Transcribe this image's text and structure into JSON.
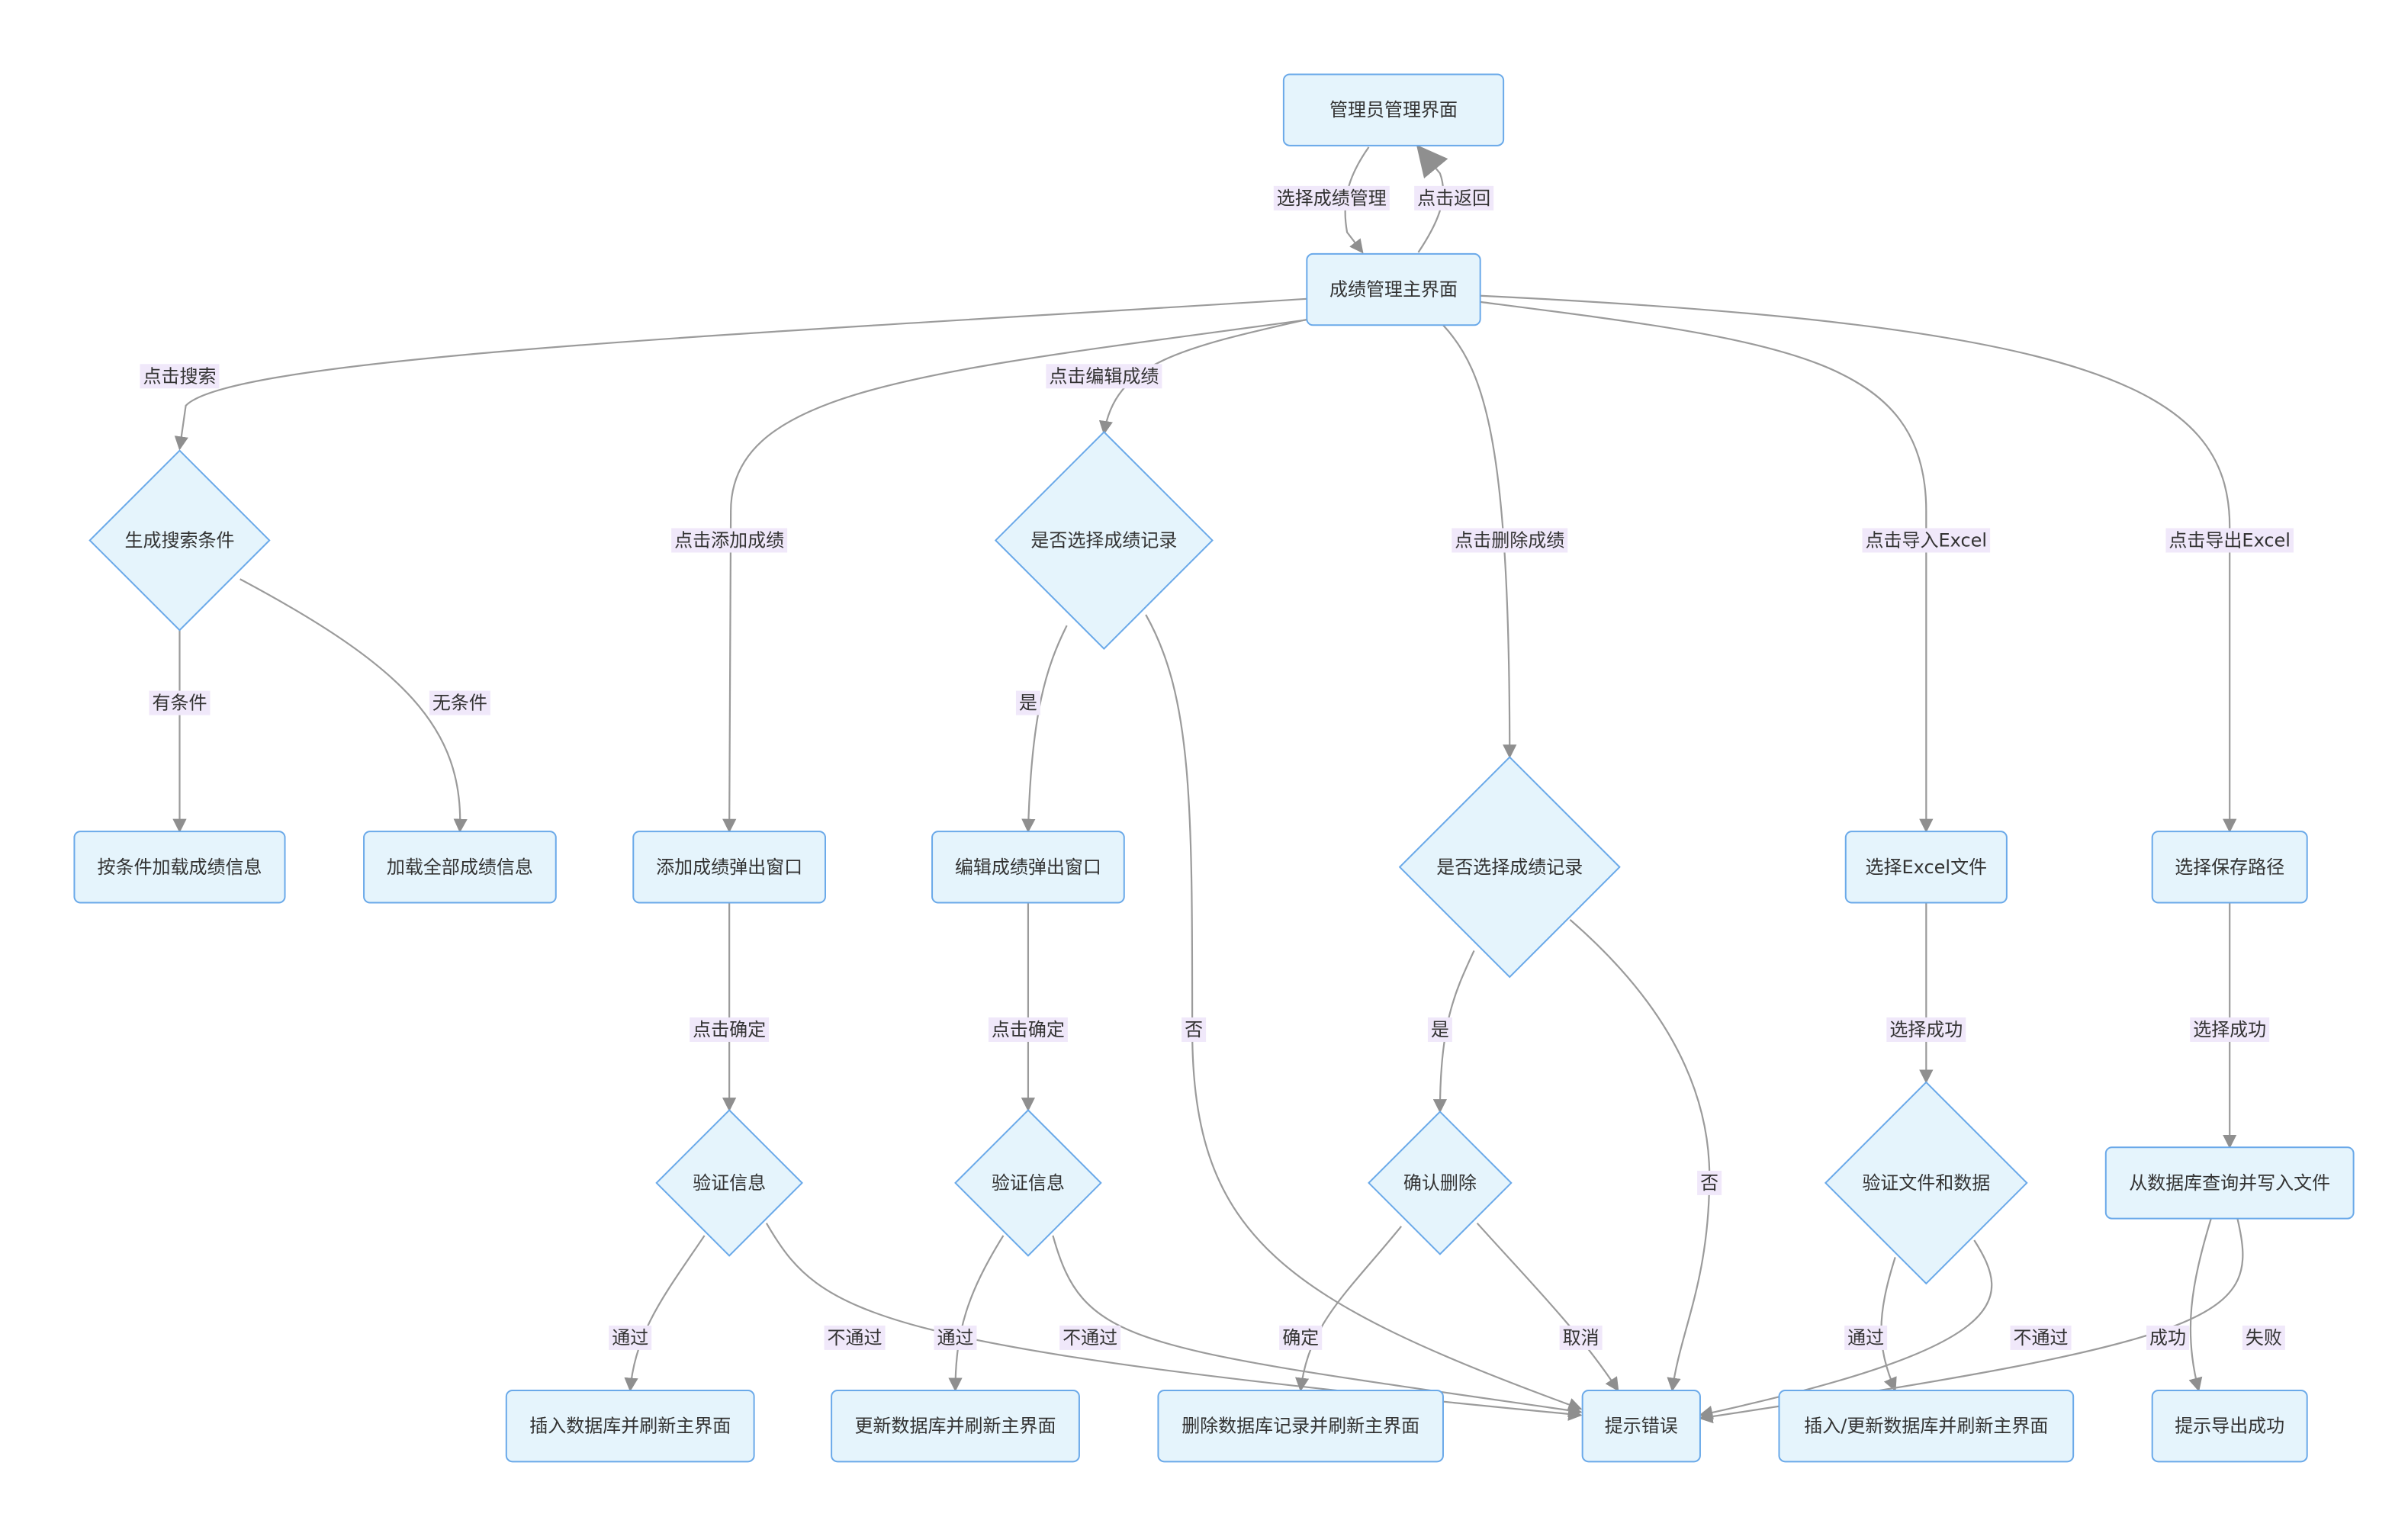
{
  "diagram": {
    "nodes": [
      {
        "id": "admin",
        "shape": "rect",
        "label": "管理员管理界面"
      },
      {
        "id": "main",
        "shape": "rect",
        "label": "成绩管理主界面"
      },
      {
        "id": "search_cond",
        "shape": "diamond",
        "label": "生成搜索条件"
      },
      {
        "id": "load_cond",
        "shape": "rect",
        "label": "按条件加载成绩信息"
      },
      {
        "id": "load_all",
        "shape": "rect",
        "label": "加载全部成绩信息"
      },
      {
        "id": "add_popup",
        "shape": "rect",
        "label": "添加成绩弹出窗口"
      },
      {
        "id": "add_verify",
        "shape": "diamond",
        "label": "验证信息"
      },
      {
        "id": "add_insert",
        "shape": "rect",
        "label": "插入数据库并刷新主界面"
      },
      {
        "id": "edit_select",
        "shape": "diamond",
        "label": "是否选择成绩记录"
      },
      {
        "id": "edit_popup",
        "shape": "rect",
        "label": "编辑成绩弹出窗口"
      },
      {
        "id": "edit_verify",
        "shape": "diamond",
        "label": "验证信息"
      },
      {
        "id": "edit_update",
        "shape": "rect",
        "label": "更新数据库并刷新主界面"
      },
      {
        "id": "del_select",
        "shape": "diamond",
        "label": "是否选择成绩记录"
      },
      {
        "id": "del_confirm",
        "shape": "diamond",
        "label": "确认删除"
      },
      {
        "id": "del_exec",
        "shape": "rect",
        "label": "删除数据库记录并刷新主界面"
      },
      {
        "id": "error",
        "shape": "rect",
        "label": "提示错误"
      },
      {
        "id": "imp_file",
        "shape": "rect",
        "label": "选择Excel文件"
      },
      {
        "id": "imp_verify",
        "shape": "diamond",
        "label": "验证文件和数据"
      },
      {
        "id": "imp_exec",
        "shape": "rect",
        "label": "插入/更新数据库并刷新主界面"
      },
      {
        "id": "exp_path",
        "shape": "rect",
        "label": "选择保存路径"
      },
      {
        "id": "exp_write",
        "shape": "rect",
        "label": "从数据库查询并写入文件"
      },
      {
        "id": "exp_ok",
        "shape": "rect",
        "label": "提示导出成功"
      }
    ],
    "edges": [
      {
        "from": "admin",
        "to": "main",
        "label": "选择成绩管理"
      },
      {
        "from": "main",
        "to": "admin",
        "label": "点击返回"
      },
      {
        "from": "main",
        "to": "search_cond",
        "label": "点击搜索"
      },
      {
        "from": "search_cond",
        "to": "load_cond",
        "label": "有条件"
      },
      {
        "from": "search_cond",
        "to": "load_all",
        "label": "无条件"
      },
      {
        "from": "main",
        "to": "add_popup",
        "label": "点击添加成绩"
      },
      {
        "from": "add_popup",
        "to": "add_verify",
        "label": "点击确定"
      },
      {
        "from": "add_verify",
        "to": "add_insert",
        "label": "通过"
      },
      {
        "from": "add_verify",
        "to": "error",
        "label": "不通过"
      },
      {
        "from": "main",
        "to": "edit_select",
        "label": "点击编辑成绩"
      },
      {
        "from": "edit_select",
        "to": "edit_popup",
        "label": "是"
      },
      {
        "from": "edit_select",
        "to": "error",
        "label": "否"
      },
      {
        "from": "edit_popup",
        "to": "edit_verify",
        "label": "点击确定"
      },
      {
        "from": "edit_verify",
        "to": "edit_update",
        "label": "通过"
      },
      {
        "from": "edit_verify",
        "to": "error",
        "label": "不通过"
      },
      {
        "from": "main",
        "to": "del_select",
        "label": "点击删除成绩"
      },
      {
        "from": "del_select",
        "to": "del_confirm",
        "label": "是"
      },
      {
        "from": "del_select",
        "to": "error",
        "label": "否"
      },
      {
        "from": "del_confirm",
        "to": "del_exec",
        "label": "确定"
      },
      {
        "from": "del_confirm",
        "to": "error",
        "label": "取消"
      },
      {
        "from": "main",
        "to": "imp_file",
        "label": "点击导入Excel"
      },
      {
        "from": "imp_file",
        "to": "imp_verify",
        "label": "选择成功"
      },
      {
        "from": "imp_verify",
        "to": "imp_exec",
        "label": "通过"
      },
      {
        "from": "imp_verify",
        "to": "error",
        "label": "不通过"
      },
      {
        "from": "main",
        "to": "exp_path",
        "label": "点击导出Excel"
      },
      {
        "from": "exp_path",
        "to": "exp_write",
        "label": "选择成功"
      },
      {
        "from": "exp_write",
        "to": "exp_ok",
        "label": "成功"
      },
      {
        "from": "exp_write",
        "to": "error",
        "label": "失败"
      }
    ]
  }
}
